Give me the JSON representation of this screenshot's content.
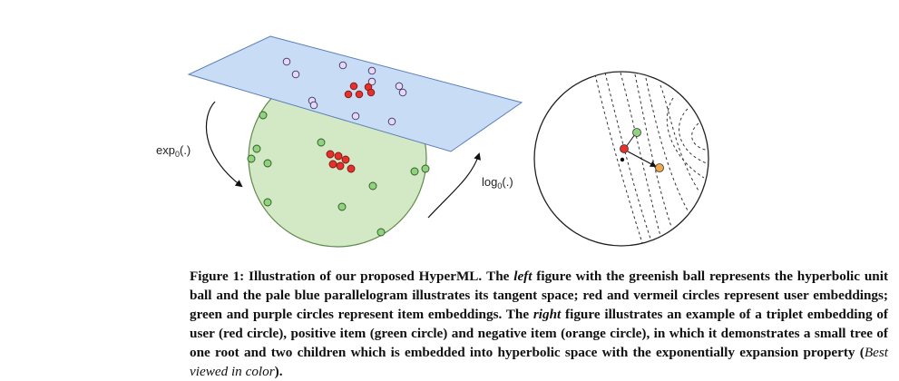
{
  "figure": {
    "left_panel": {
      "exp_label": {
        "text": "exp",
        "sub": "0",
        "args": "(.)"
      },
      "log_label": {
        "text": "log",
        "sub": "0",
        "args": "(.)"
      },
      "colors": {
        "tangent_plane": "#c9dcf6",
        "tangent_plane_stroke": "#5b7fb8",
        "ball_fill": "#d3e8c4",
        "ball_stroke": "#5d8a4a",
        "user_point": "#e6302c",
        "item_point_ball": "#8fd27f",
        "item_point_plane": "#e4daf3"
      }
    },
    "right_panel": {
      "colors": {
        "disk_stroke": "#222222",
        "user_point": "#e6302c",
        "positive_item": "#8fd27f",
        "negative_item": "#f0a848",
        "root_point": "#000000"
      }
    }
  },
  "caption": {
    "figure_label": "Figure 1: Illustration of our proposed HyperML.",
    "segments": [
      "The ",
      "left",
      " figure with the greenish ball represents the hyperbolic unit ball and the pale blue parallelogram illustrates its tangent space; red and vermeil circles represent user embeddings; green and purple circles represent item embeddings. The ",
      "right",
      " figure illustrates an example of a triplet embedding of user (red circle), positive item (green circle) and negative item (orange circle), in which it demonstrates a small tree of one root and two children which is embedded into hyperbolic space with the exponentially expansion property (",
      "Best viewed in color",
      ")."
    ]
  }
}
